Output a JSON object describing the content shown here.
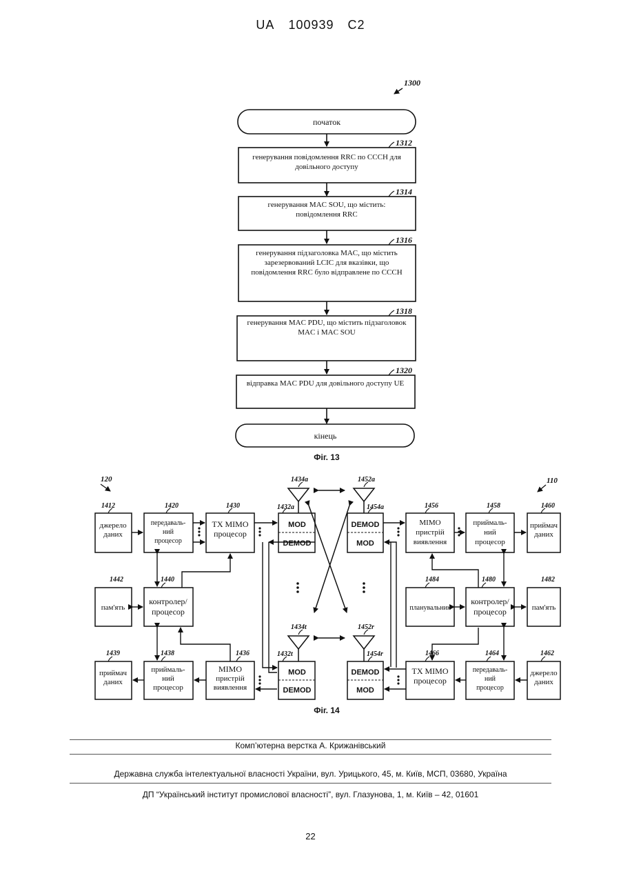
{
  "header": {
    "country": "UA",
    "number": "100939",
    "kind": "C2"
  },
  "fig13": {
    "ref": "1300",
    "start": "початок",
    "end": "кінець",
    "caption": "Фіг. 13",
    "steps": [
      {
        "ref": "1312",
        "lines": [
          "генерування повідомлення RRC по CCCH для",
          "довільного доступу"
        ]
      },
      {
        "ref": "1314",
        "lines": [
          "генерування MAC SOU, що містить:",
          "повідомлення RRC"
        ]
      },
      {
        "ref": "1316",
        "lines": [
          "генерування підзаголовка MAC, що містить",
          "зарезервований LCIC для вказівки, що",
          "повідомлення RRC було відправлене по CCCH"
        ]
      },
      {
        "ref": "1318",
        "lines": [
          "генерування MAC PDU, що містить підзаголовок",
          "MAC і MAC SOU"
        ]
      },
      {
        "ref": "1320",
        "lines": [
          "відправка MAC PDU для довільного доступу UE"
        ]
      }
    ]
  },
  "fig14": {
    "caption": "Фіг. 14",
    "ref_left": "120",
    "ref_right": "110",
    "blocks": {
      "b1412": {
        "ref": "1412",
        "lines": [
          "джерело",
          "даних"
        ]
      },
      "b1420": {
        "ref": "1420",
        "lines": [
          "передаваль-",
          "ний",
          "процесор"
        ]
      },
      "b1430": {
        "ref": "1430",
        "lines": [
          "TX MIMO",
          "процесор"
        ]
      },
      "b1432a": {
        "ref": "1432a",
        "top": "MOD",
        "bottom": "DEMOD"
      },
      "b1434a": {
        "ref": "1434a"
      },
      "b1452a": {
        "ref": "1452a"
      },
      "b1454a": {
        "ref": "1454a",
        "top": "DEMOD",
        "bottom": "MOD"
      },
      "b1456": {
        "ref": "1456",
        "lines": [
          "MIMO",
          "пристрій",
          "виявлення"
        ]
      },
      "b1458": {
        "ref": "1458",
        "lines": [
          "приймаль-",
          "ний",
          "процесор"
        ]
      },
      "b1460": {
        "ref": "1460",
        "lines": [
          "приймач",
          "даних"
        ]
      },
      "b1442": {
        "ref": "1442",
        "lines": [
          "пам'ять"
        ]
      },
      "b1440": {
        "ref": "1440",
        "lines": [
          "контролер/",
          "процесор"
        ]
      },
      "b1484": {
        "ref": "1484",
        "lines": [
          "планувальник"
        ]
      },
      "b1480": {
        "ref": "1480",
        "lines": [
          "контролер/",
          "процесор"
        ]
      },
      "b1482": {
        "ref": "1482",
        "lines": [
          "пам'ять"
        ]
      },
      "b1439": {
        "ref": "1439",
        "lines": [
          "приймач",
          "даних"
        ]
      },
      "b1438": {
        "ref": "1438",
        "lines": [
          "приймаль-",
          "ний",
          "процесор"
        ]
      },
      "b1436": {
        "ref": "1436",
        "lines": [
          "MIMO",
          "пристрій",
          "виявлення"
        ]
      },
      "b1432t": {
        "ref": "1432t",
        "top": "MOD",
        "bottom": "DEMOD"
      },
      "b1434t": {
        "ref": "1434t"
      },
      "b1452r": {
        "ref": "1452r"
      },
      "b1454r": {
        "ref": "1454r",
        "top": "DEMOD",
        "bottom": "MOD"
      },
      "b1466": {
        "ref": "1466",
        "lines": [
          "TX MIMO",
          "процесор"
        ]
      },
      "b1464": {
        "ref": "1464",
        "lines": [
          "передаваль-",
          "ний",
          "процесор"
        ]
      },
      "b1462": {
        "ref": "1462",
        "lines": [
          "джерело",
          "даних"
        ]
      }
    }
  },
  "footer": {
    "typesetter": "Комп’ютерна верстка А. Крижанівський",
    "service": "Державна служба інтелектуальної власності України, вул. Урицького, 45, м. Київ, МСП, 03680, Україна",
    "institute": "ДП “Український інститут промислової власності”, вул. Глазунова, 1, м. Київ – 42, 01601",
    "page": "22"
  }
}
